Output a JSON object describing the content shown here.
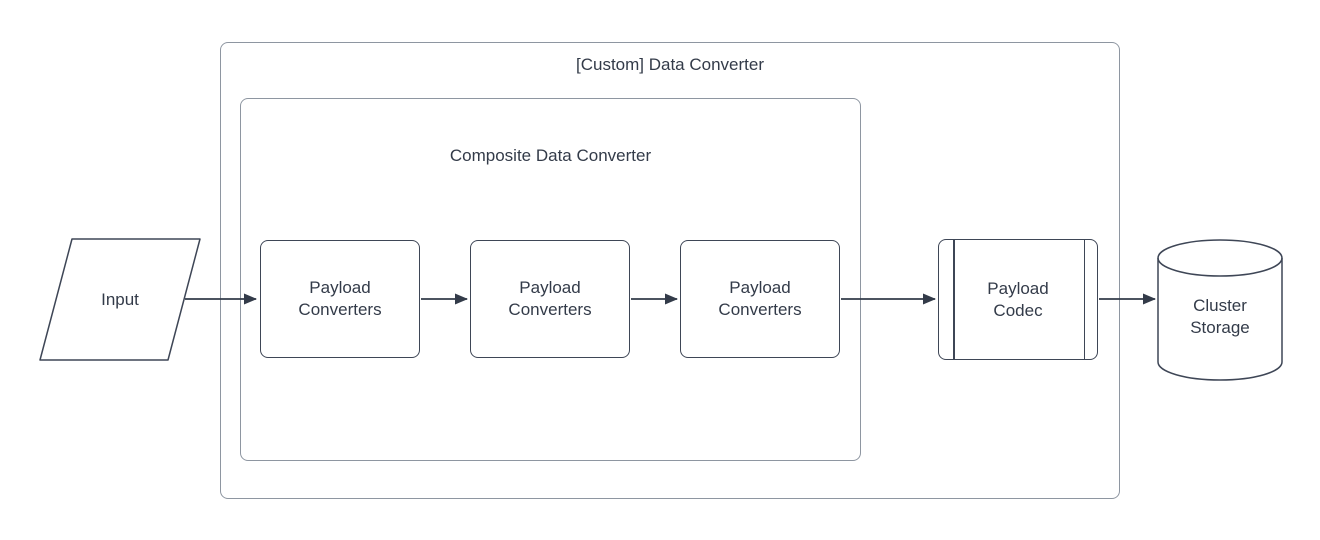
{
  "diagram": {
    "outer_container": {
      "title": "[Custom] Data Converter"
    },
    "inner_container": {
      "title": "Composite Data Converter"
    },
    "nodes": [
      {
        "id": "input",
        "label": "Input",
        "shape": "parallelogram"
      },
      {
        "id": "payload-converter-1",
        "label": "Payload Converters",
        "shape": "rounded-rectangle"
      },
      {
        "id": "payload-converter-2",
        "label": "Payload Converters",
        "shape": "rounded-rectangle"
      },
      {
        "id": "payload-converter-3",
        "label": "Payload Converters",
        "shape": "rounded-rectangle"
      },
      {
        "id": "payload-codec",
        "label": "Payload Codec",
        "shape": "predefined-process"
      },
      {
        "id": "cluster-storage",
        "label": "Cluster Storage",
        "shape": "cylinder"
      }
    ],
    "edges": [
      {
        "from": "input",
        "to": "payload-converter-1"
      },
      {
        "from": "payload-converter-1",
        "to": "payload-converter-2"
      },
      {
        "from": "payload-converter-2",
        "to": "payload-converter-3"
      },
      {
        "from": "payload-converter-3",
        "to": "payload-codec"
      },
      {
        "from": "payload-codec",
        "to": "cluster-storage"
      }
    ],
    "colors": {
      "shape_stroke": "#3e4656",
      "container_stroke": "#8e96a1",
      "text": "#333b49",
      "arrow": "#333b49",
      "background": "#ffffff"
    }
  }
}
